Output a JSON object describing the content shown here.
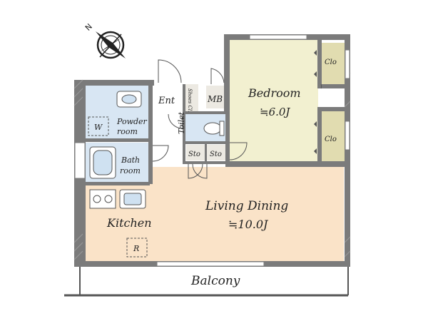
{
  "labels": {
    "bedroom": "Bedroom",
    "bedroom_size": "≒6.0J",
    "living": "Living Dining",
    "living_size": "≒10.0J",
    "kitchen": "Kitchen",
    "balcony": "Balcony",
    "entrance": "Ent",
    "mb": "MB",
    "shoe_closet": "Shoes Cl.",
    "toilet": "Toilet",
    "storage_left": "Sto",
    "storage_right": "Sto",
    "powder_room_1": "Powder",
    "powder_room_2": "room",
    "bathroom_1": "Bath",
    "bathroom_2": "room",
    "washer": "W",
    "refrigerator": "R",
    "closet_top": "Clo",
    "closet_bottom": "Clo",
    "compass": "N"
  },
  "colors": {
    "wall": "#7b7b7b",
    "living": "#fae3c8",
    "bedroom": "#f2f0d0",
    "closet": "#e1dcb0",
    "wet_area": "#d8e6f3",
    "storage": "#ece9e2",
    "balcony_line": "#555555"
  }
}
